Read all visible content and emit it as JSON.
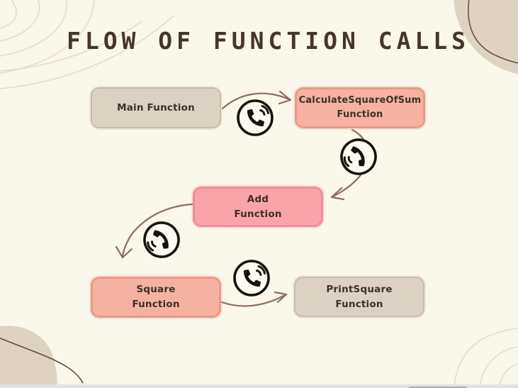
{
  "page": {
    "title": "FLOW OF FUNCTION CALLS"
  },
  "diagram": {
    "nodes": [
      {
        "id": "main-function",
        "lines": [
          "Main Function"
        ],
        "style": "beige"
      },
      {
        "id": "calculate-square-of-sum-function",
        "lines": [
          "CalculateSquareOfSum",
          "Function"
        ],
        "style": "salmon"
      },
      {
        "id": "add-function",
        "lines": [
          "Add",
          "Function"
        ],
        "style": "pink"
      },
      {
        "id": "square-function",
        "lines": [
          "Square",
          "Function"
        ],
        "style": "salmon"
      },
      {
        "id": "print-square-function",
        "lines": [
          "PrintSquare",
          "Function"
        ],
        "style": "beige"
      }
    ],
    "edges": [
      {
        "from": "main-function",
        "to": "calculate-square-of-sum-function",
        "icon": "phone-call-icon"
      },
      {
        "from": "calculate-square-of-sum-function",
        "to": "add-function",
        "icon": "phone-call-icon"
      },
      {
        "from": "add-function",
        "to": "square-function",
        "icon": "phone-call-icon"
      },
      {
        "from": "square-function",
        "to": "print-square-function",
        "icon": "phone-call-icon"
      }
    ]
  },
  "colors": {
    "background": "#faf7eb",
    "title": "#453627",
    "node-text": "#3d3126",
    "beige-fill": "#dcd2c3",
    "beige-border": "#c9bca8",
    "salmon-fill": "#f6b2a0",
    "salmon-border": "#e89b85",
    "pink-fill": "#f9a3ab",
    "pink-border": "#ee8d98",
    "arrow": "#8b6e5d",
    "icon-ink": "#17120d",
    "icon-fill": "#fcfaf1",
    "blob": "#ded3c3",
    "contour": "#e9dcc7",
    "blob-line": "#6f5242",
    "bottom-strip": "#dfe2e7",
    "bottom-strip-dark": "#aab0b8"
  }
}
